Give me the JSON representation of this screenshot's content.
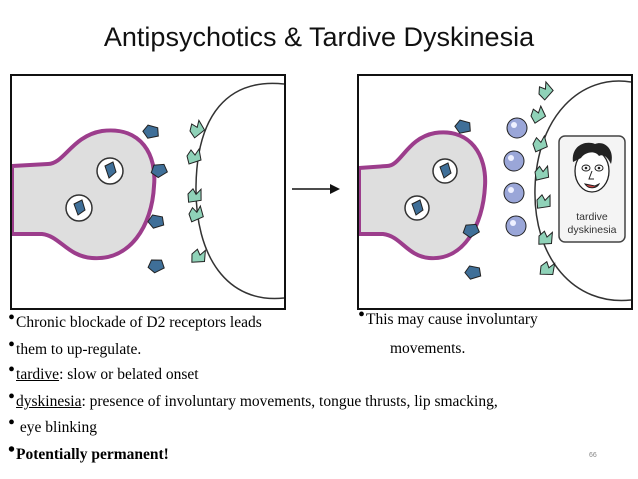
{
  "title": "Antipsychotics & Tardive Dyskinesia",
  "illustration": {
    "caption_line1": "tardive",
    "caption_line2": "dyskinesia",
    "colors": {
      "neuron_outline": "#9c3d8c",
      "drug": "#3f6f98",
      "receptor": "#8fd2b8",
      "upregulated_receptor": "#9aa6d8"
    }
  },
  "bullets": {
    "b1": "Chronic blockade of D2 receptors leads",
    "b2": "them to up-regulate.",
    "b3_term": "tardive",
    "b3_rest": ": slow or belated onset",
    "b4_term": "dyskinesia",
    "b4_rest": ": presence of involuntary movements, tongue thrusts, lip smacking,",
    "b5": " eye blinking",
    "b6": "Potentially permanent!",
    "r1": "This may cause involuntary",
    "r2": "movements."
  },
  "slide_number": "66"
}
